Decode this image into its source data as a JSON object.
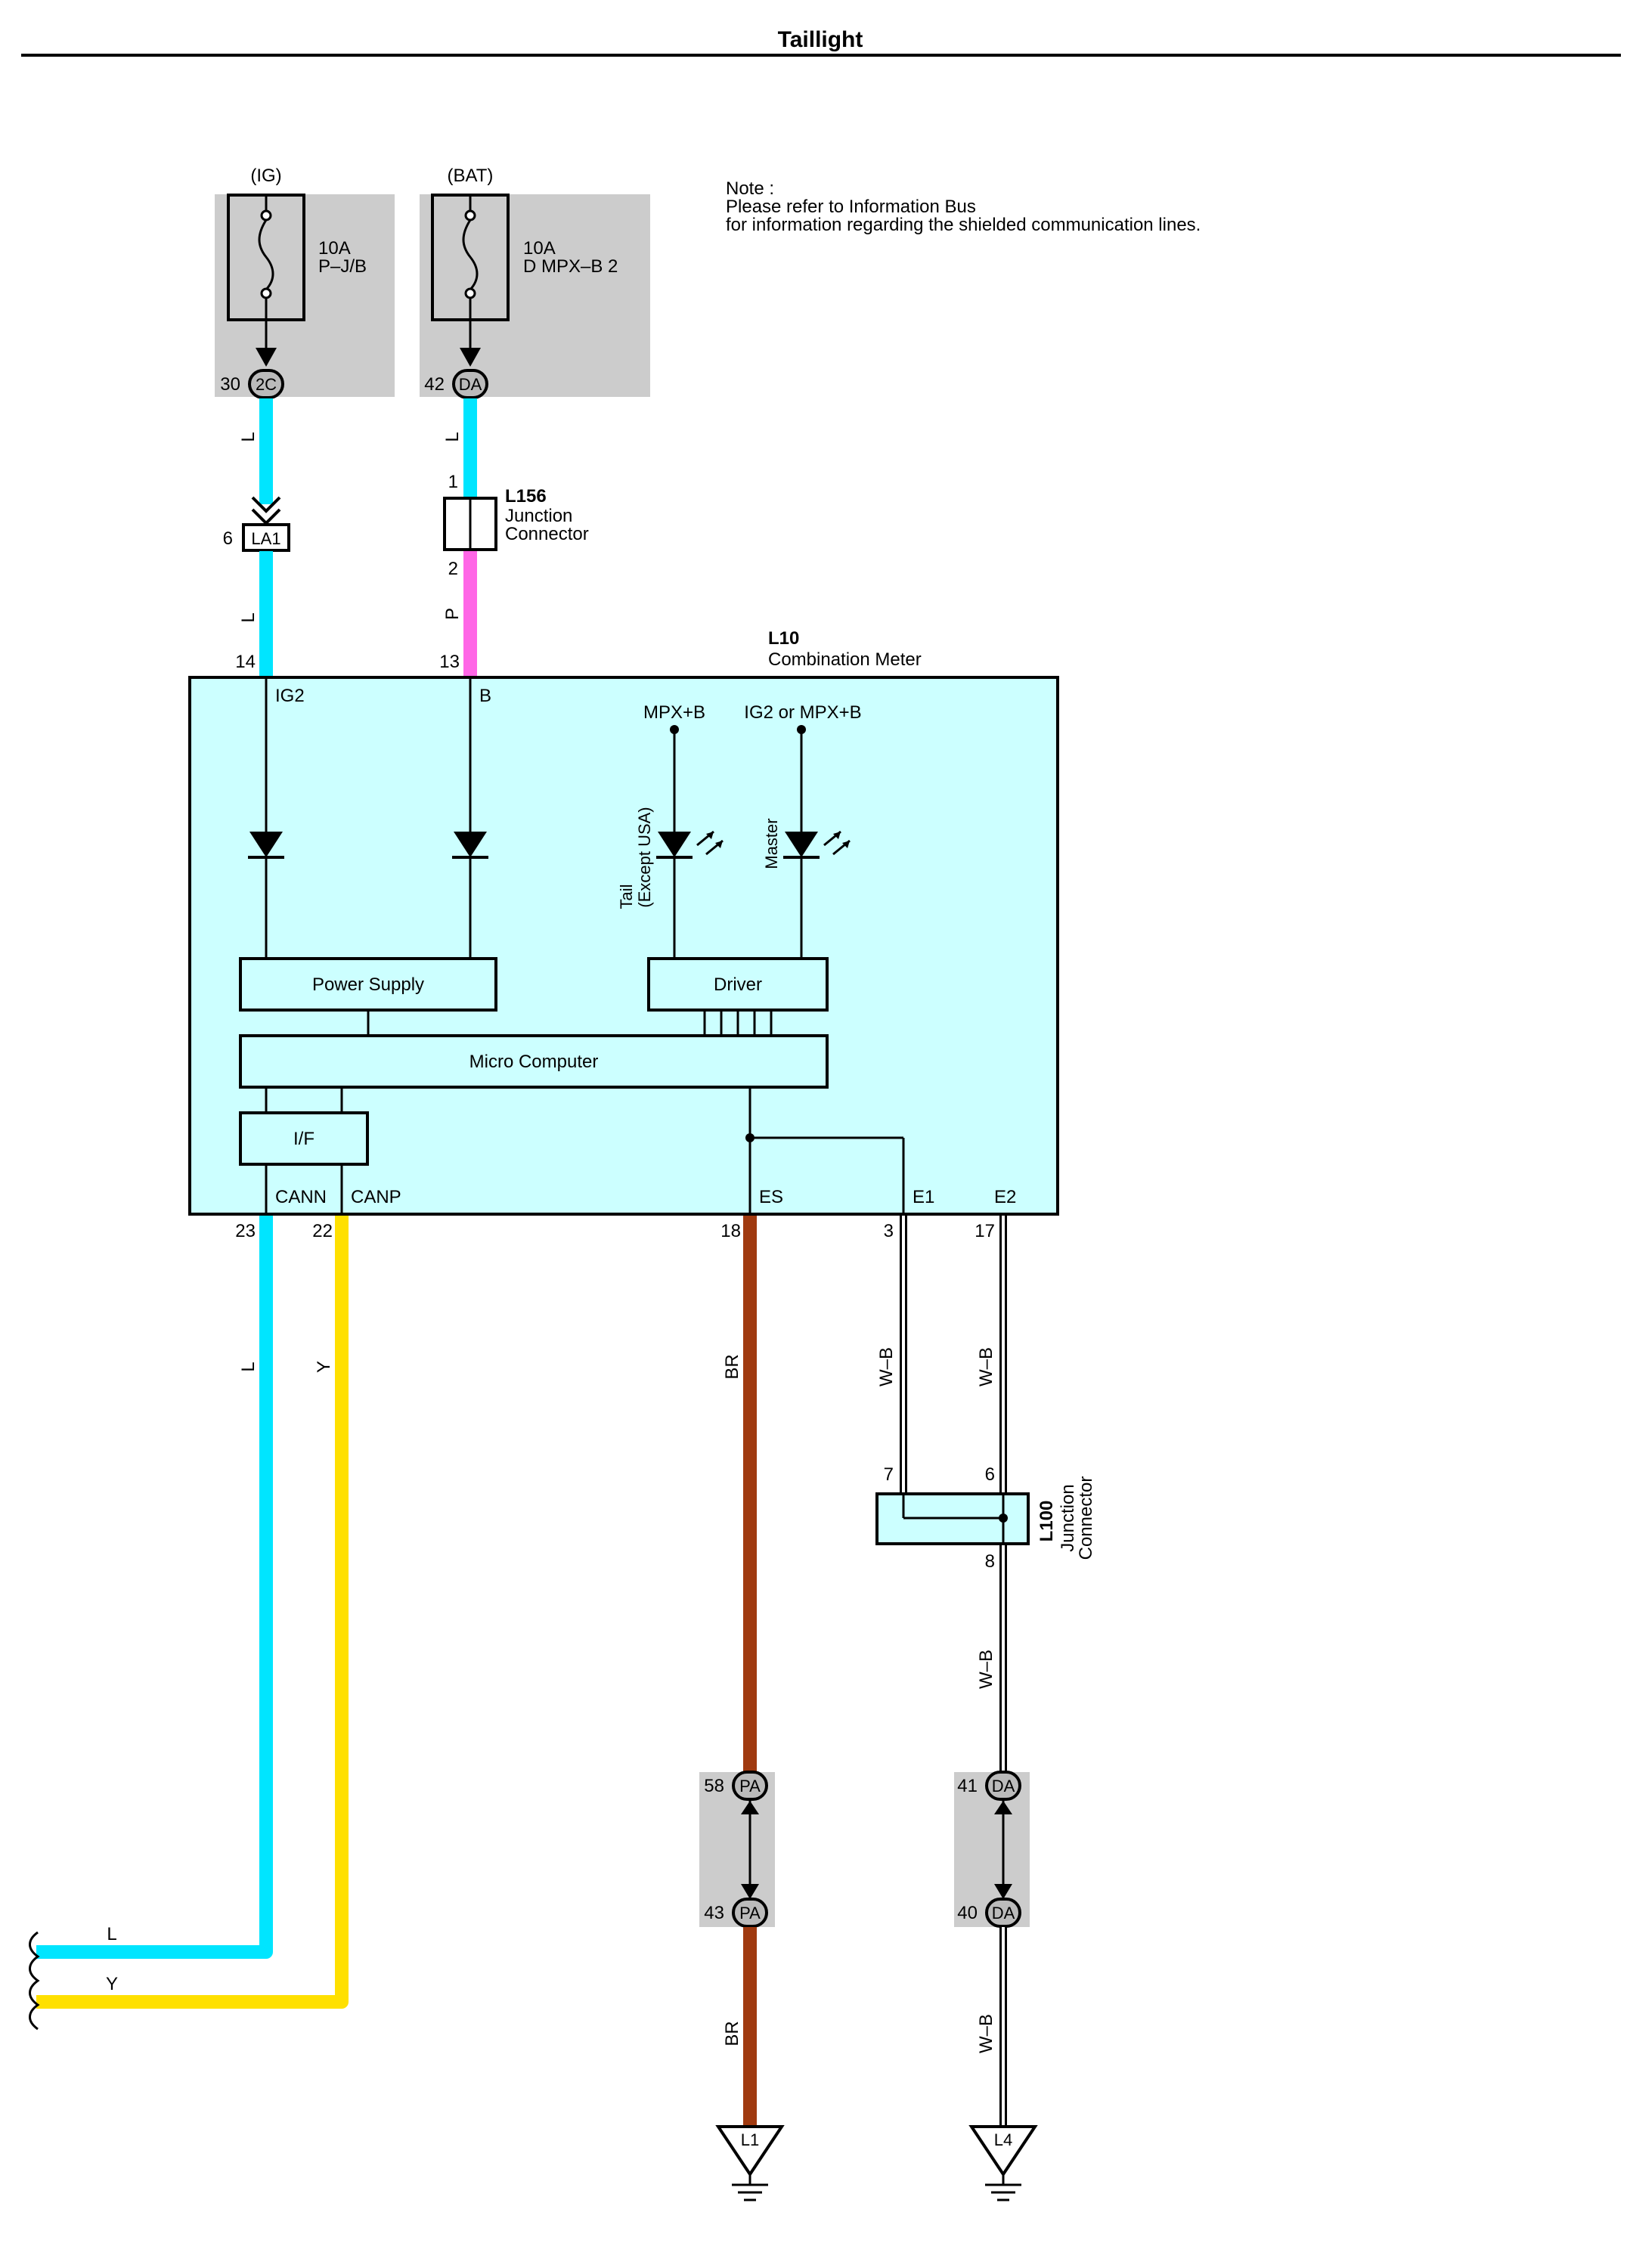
{
  "title": "Taillight",
  "note": {
    "line1": "Note :",
    "line2": "Please refer to Information Bus",
    "line3": "for information regarding the shielded communication lines."
  },
  "fuse_ig": {
    "source": "(IG)",
    "rating": "10A",
    "name": "P–J/B",
    "pin": "30",
    "connector": "2C"
  },
  "fuse_bat": {
    "source": "(BAT)",
    "rating": "10A",
    "name": "D MPX–B 2",
    "pin": "42",
    "connector": "DA"
  },
  "wire_colors": {
    "L": "L",
    "P": "P",
    "Y": "Y",
    "BR": "BR",
    "WB": "W–B"
  },
  "colors": {
    "light_blue": "#00e5ff",
    "pink": "#ff66e6",
    "yellow": "#ffe000",
    "brown": "#a03a10",
    "meter_fill": "#ccffff",
    "gray_box": "#cccccc"
  },
  "la1": {
    "pin": "6",
    "label": "LA1"
  },
  "l156": {
    "id": "L156",
    "line1": "Junction",
    "line2": "Connector",
    "pin_top": "1",
    "pin_bottom": "2"
  },
  "meter": {
    "id": "L10",
    "name": "Combination Meter",
    "pin_ig2": "14",
    "pin_b": "13",
    "term_ig2": "IG2",
    "term_b": "B",
    "mpx_b": "MPX+B",
    "ig2_or_mpx_b": "IG2 or MPX+B",
    "tail_line1": "Tail",
    "tail_line2": "(Except USA)",
    "master": "Master",
    "power_supply": "Power Supply",
    "driver": "Driver",
    "micro_computer": "Micro Computer",
    "interface": "I/F",
    "term_cann": "CANN",
    "term_canp": "CANP",
    "term_es": "ES",
    "term_e1": "E1",
    "term_e2": "E2",
    "pin_cann": "23",
    "pin_canp": "22",
    "pin_es": "18",
    "pin_e1": "3",
    "pin_e2": "17"
  },
  "l100": {
    "id": "L100",
    "line1": "Junction",
    "line2": "Connector",
    "pin_in1": "7",
    "pin_in2": "6",
    "pin_out": "8"
  },
  "pa_top": {
    "pin": "58",
    "label": "PA"
  },
  "pa_bottom": {
    "pin": "43",
    "label": "PA"
  },
  "da_top": {
    "pin": "41",
    "label": "DA"
  },
  "da_bottom": {
    "pin": "40",
    "label": "DA"
  },
  "ground_l1": "L1",
  "ground_l4": "L4"
}
